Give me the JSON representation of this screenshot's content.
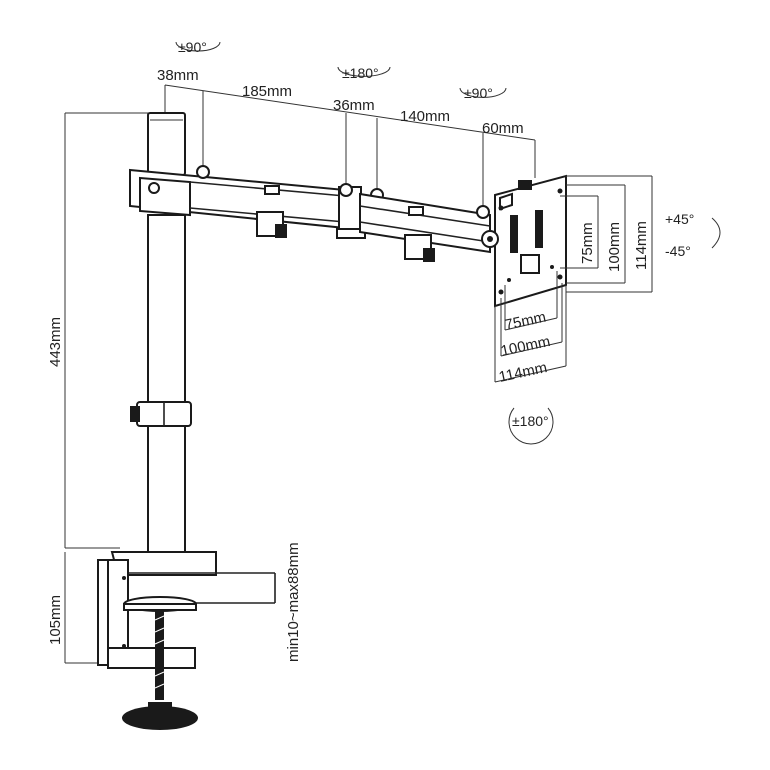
{
  "dimensions": {
    "arm_offset": "38mm",
    "arm_length_1": "185mm",
    "joint_width": "36mm",
    "arm_length_2": "140mm",
    "head_offset": "60mm",
    "pole_height": "443mm",
    "clamp_height": "105mm",
    "desk_thickness": "min10~max88mm",
    "vesa_75": "75mm",
    "vesa_100": "100mm",
    "vesa_114": "114mm"
  },
  "rotations": {
    "pole_swivel": "±90°",
    "elbow_swivel": "±180°",
    "head_swivel": "±90°",
    "tilt_up": "+45°",
    "tilt_down": "-45°",
    "rotate": "±180°"
  }
}
